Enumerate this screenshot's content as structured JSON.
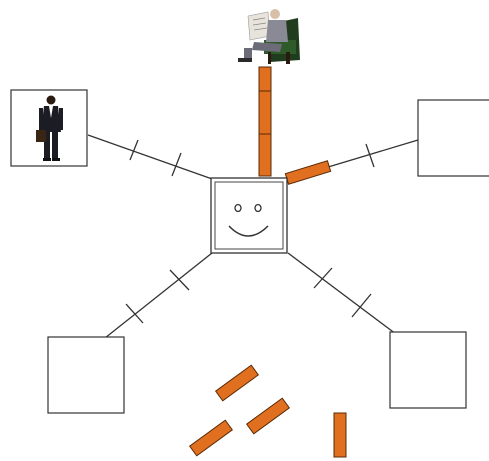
{
  "diagram": {
    "center_node": {
      "face": "smiley-face",
      "icon": "smiley-face-icon"
    },
    "nodes": [
      {
        "id": "top",
        "content": "man-reading-newspaper-in-armchair",
        "icon": "reading-man-icon"
      },
      {
        "id": "upper-left",
        "content": "businessman-with-briefcase",
        "icon": "businessman-icon"
      },
      {
        "id": "upper-right",
        "content": "empty"
      },
      {
        "id": "lower-left",
        "content": "empty"
      },
      {
        "id": "lower-right",
        "content": "empty"
      }
    ],
    "connections": [
      {
        "from": "center",
        "to": "upper-left",
        "style": "line-with-two-ticks"
      },
      {
        "from": "center",
        "to": "upper-right",
        "style": "line-with-one-tick-and-orange-bar"
      },
      {
        "from": "center",
        "to": "lower-left",
        "style": "line-with-two-ticks"
      },
      {
        "from": "center",
        "to": "lower-right",
        "style": "line-with-two-ticks"
      },
      {
        "from": "center",
        "to": "top",
        "style": "stacked-orange-bars"
      }
    ],
    "loose_pieces": {
      "count": 4,
      "shape": "orange-bar"
    },
    "colors": {
      "bar_fill": "#E07020",
      "bar_stroke": "#5a2a05",
      "line": "#333333",
      "box_border": "#333333"
    }
  }
}
